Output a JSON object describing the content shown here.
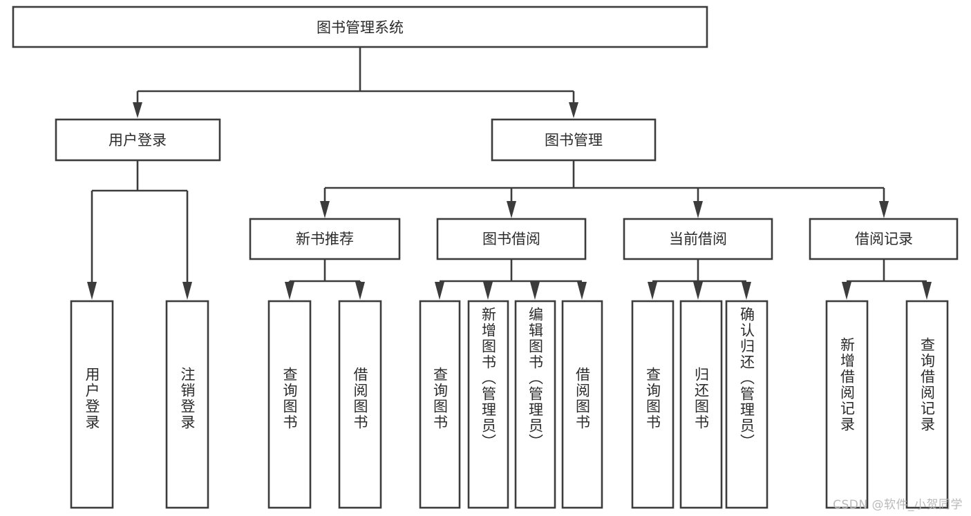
{
  "diagram": {
    "title": "图书管理系统",
    "type": "tree-hierarchy",
    "watermark": "CSDN @软件_小贺同学",
    "colors": {
      "box_stroke": "#3c3c3c",
      "box_fill": "#ffffff",
      "text": "#2b2b2b",
      "background": "#ffffff",
      "watermark": "#b9b9b9"
    },
    "root": {
      "label": "图书管理系统"
    },
    "level2": [
      {
        "label": "用户登录"
      },
      {
        "label": "图书管理"
      }
    ],
    "level3": [
      {
        "label": "新书推荐"
      },
      {
        "label": "图书借阅"
      },
      {
        "label": "当前借阅"
      },
      {
        "label": "借阅记录"
      }
    ],
    "leaves": {
      "user_login": [
        {
          "label": "用户登录"
        },
        {
          "label": "注销登录"
        }
      ],
      "new_book_recommend": [
        {
          "label": "查询图书"
        },
        {
          "label": "借阅图书"
        }
      ],
      "book_borrow": [
        {
          "label": "查询图书"
        },
        {
          "label": "新增图书（管理员）"
        },
        {
          "label": "编辑图书（管理员）"
        },
        {
          "label": "借阅图书"
        }
      ],
      "current_borrow": [
        {
          "label": "查询图书"
        },
        {
          "label": "归还图书"
        },
        {
          "label": "确认归还（管理员）"
        }
      ],
      "borrow_record": [
        {
          "label": "新增借阅记录"
        },
        {
          "label": "查询借阅记录"
        }
      ]
    }
  }
}
